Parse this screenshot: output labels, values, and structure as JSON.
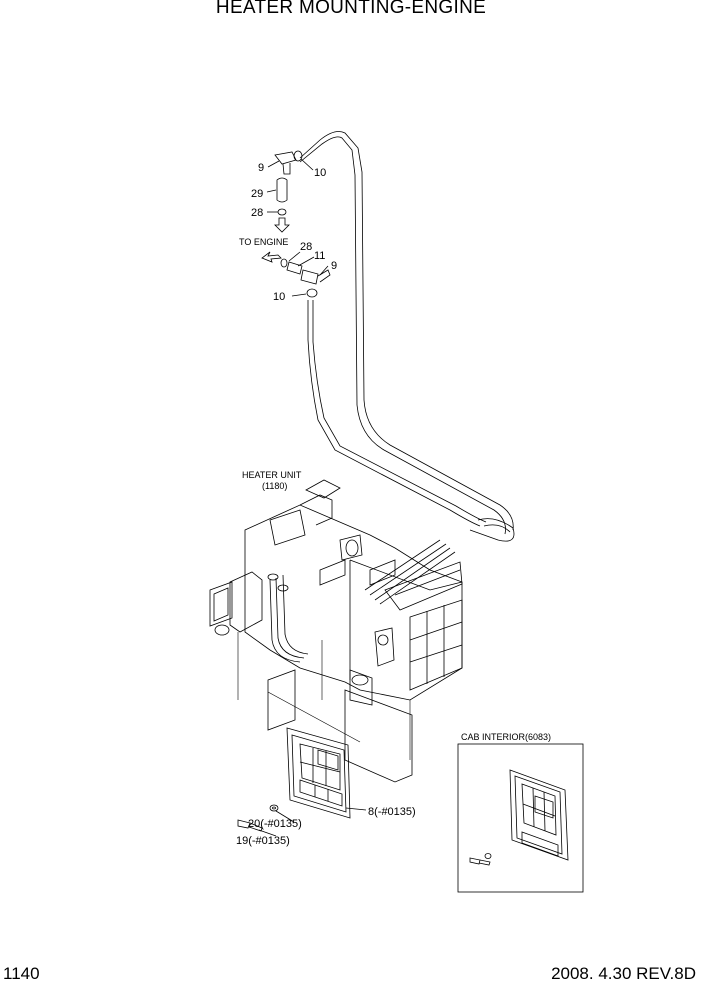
{
  "header": {
    "title": "HEATER MOUNTING-ENGINE"
  },
  "callouts": {
    "p9_top": "9",
    "p10_top": "10",
    "p29": "29",
    "p28_top": "28",
    "to_engine": "TO ENGINE",
    "p28_mid": "28",
    "p11": "11",
    "p9_mid": "9",
    "p10_mid": "10",
    "heater_unit": "HEATER UNIT",
    "heater_unit_ref": "(1180)",
    "p8": "8(-#0135)",
    "p20": "20(-#0135)",
    "p19": "19(-#0135)",
    "cab_interior": "CAB INTERIOR(6083)"
  },
  "footer": {
    "page_number": "1140",
    "revision": "2008. 4.30  REV.8D"
  }
}
